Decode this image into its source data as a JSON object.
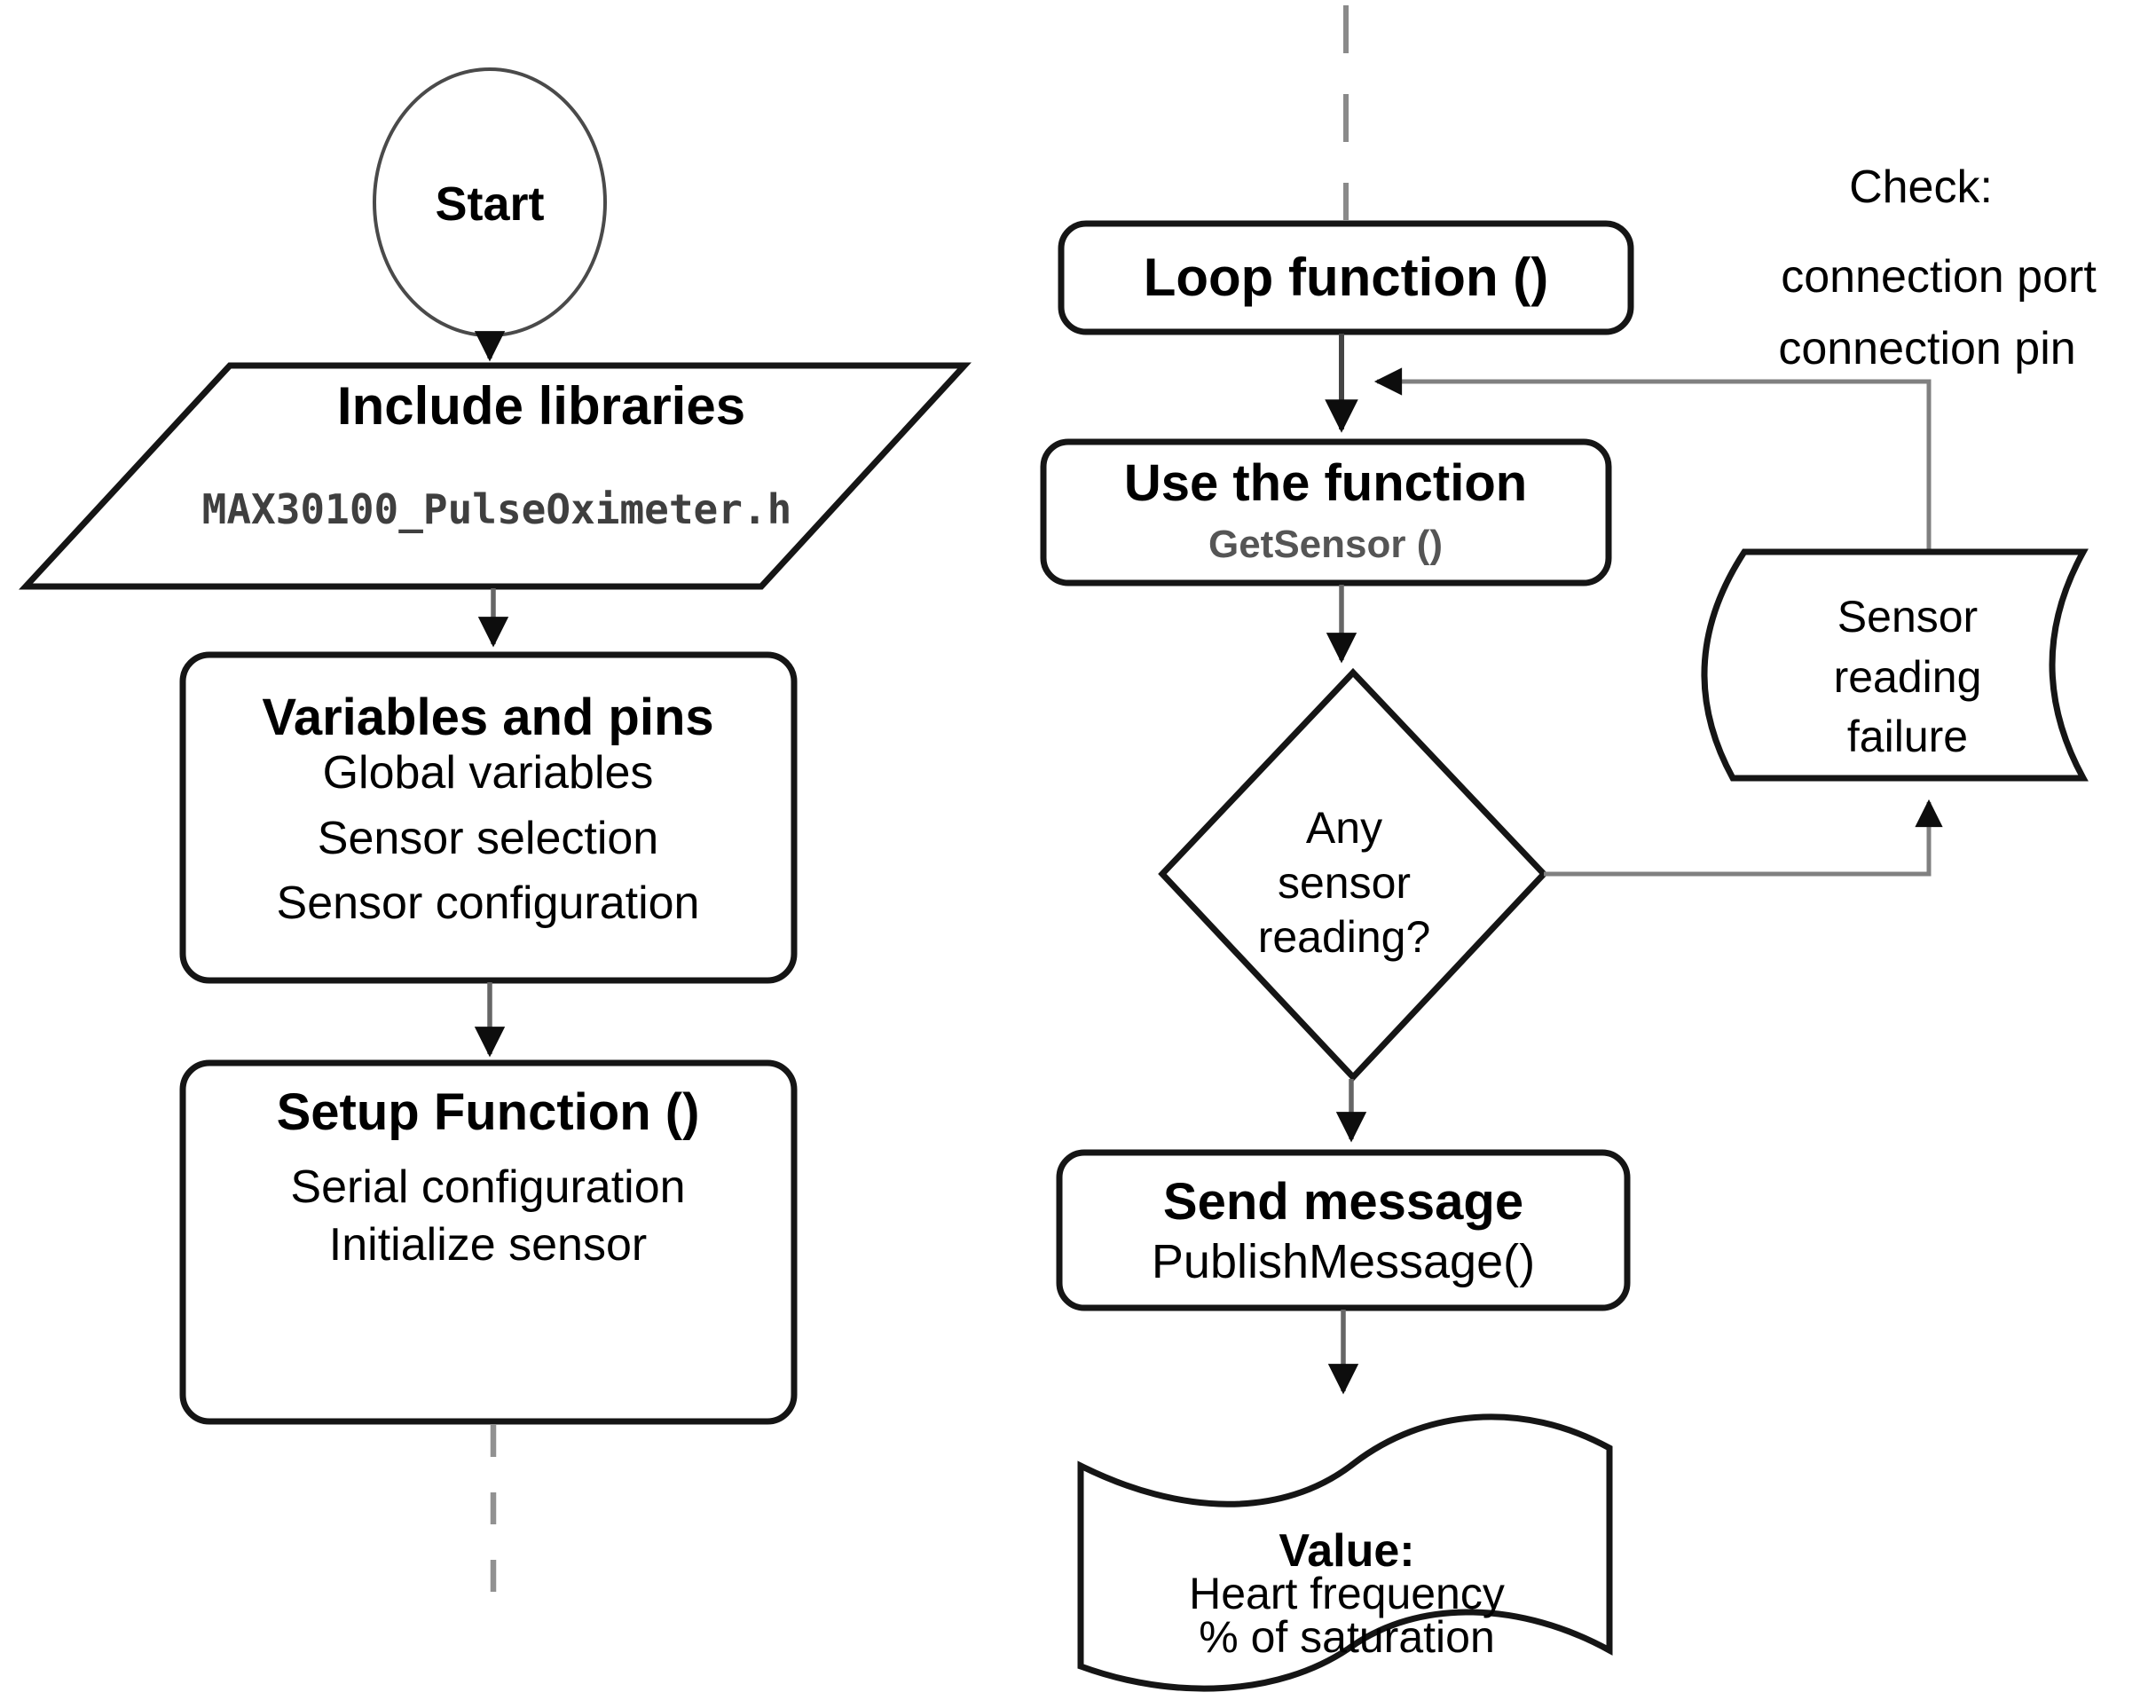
{
  "figure": {
    "type": "flowchart",
    "background": "#ffffff",
    "colors": {
      "shape_border": "#151515",
      "connector": "#666666",
      "arrowhead": "#0d0d0d",
      "text": "#000000",
      "code_text": "#3f3f3f",
      "dashed_line": "#8a8a8a"
    },
    "nodes": {
      "start": {
        "label": "Start"
      },
      "include_libraries": {
        "title": "Include libraries",
        "code": "MAX30100_PulseOximeter.h"
      },
      "variables_pins": {
        "title": "Variables and pins",
        "lines": [
          "Global variables",
          "Sensor selection",
          "Sensor configuration"
        ]
      },
      "setup_function": {
        "title": "Setup Function ()",
        "lines": [
          "Serial configuration",
          "Initialize sensor"
        ]
      },
      "loop_function": {
        "title": "Loop function ()"
      },
      "use_function": {
        "title": "Use the function",
        "code": "GetSensor ()"
      },
      "decision_any_sensor_reading": {
        "lines": [
          "Any",
          "sensor",
          "reading?"
        ]
      },
      "send_message": {
        "title": "Send message",
        "code": "PublishMessage()"
      },
      "value_output": {
        "title": "Value:",
        "lines": [
          "Heart frequency",
          "% of saturation"
        ]
      },
      "sensor_reading_failure": {
        "lines": [
          "Sensor",
          "reading",
          "failure"
        ]
      },
      "check_note": {
        "lines": [
          "Check:",
          "connection port",
          "connection pin"
        ]
      }
    }
  }
}
